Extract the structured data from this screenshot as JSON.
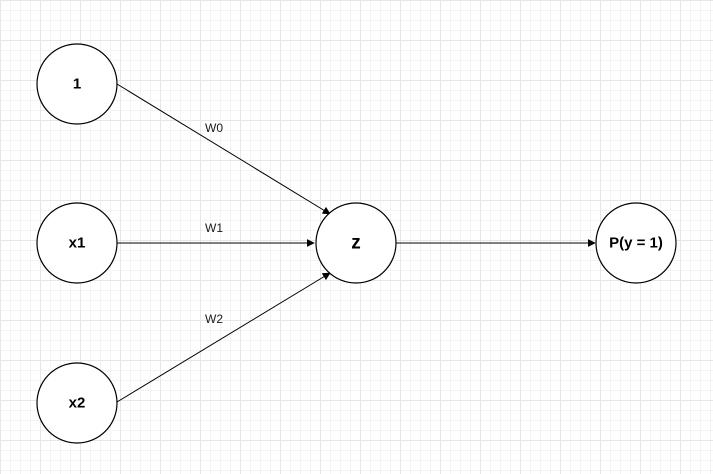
{
  "diagram": {
    "nodes": {
      "bias": {
        "label": "1"
      },
      "x1": {
        "label": "x1"
      },
      "x2": {
        "label": "x2"
      },
      "z": {
        "label": "z"
      },
      "output": {
        "label": "P(y = 1)"
      }
    },
    "edges": {
      "bias_to_z": {
        "label": "W0"
      },
      "x1_to_z": {
        "label": "W1"
      },
      "x2_to_z": {
        "label": "W2"
      },
      "z_to_output": {
        "label": ""
      }
    }
  },
  "colors": {
    "stroke": "#000000",
    "grid_major": "#e6e6e6",
    "grid_minor": "#f3f3f3",
    "background": "#ffffff"
  }
}
